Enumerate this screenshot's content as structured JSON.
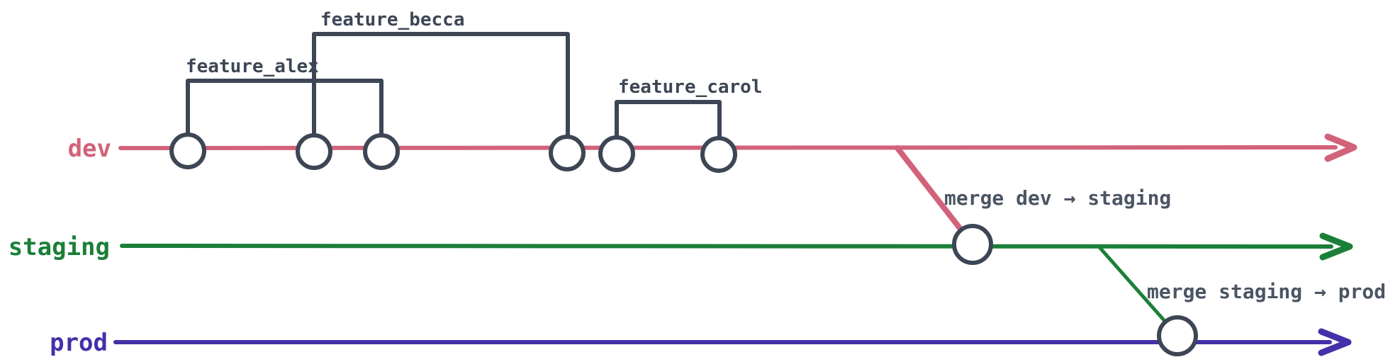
{
  "colors": {
    "dev": "#d2627a",
    "staging": "#1b7f38",
    "prod": "#4430a8",
    "node_stroke": "#3d4655",
    "bracket": "#3d4655",
    "merge_label": "#4b5563"
  },
  "branches": [
    {
      "label": "dev"
    },
    {
      "label": "staging"
    },
    {
      "label": "prod"
    }
  ],
  "features": [
    {
      "label": "feature_alex"
    },
    {
      "label": "feature_becca"
    },
    {
      "label": "feature_carol"
    }
  ],
  "merges": [
    {
      "label": "merge dev → staging"
    },
    {
      "label": "merge staging → prod"
    }
  ],
  "commit_counts": {
    "dev": 6,
    "staging": 1,
    "prod": 1
  }
}
